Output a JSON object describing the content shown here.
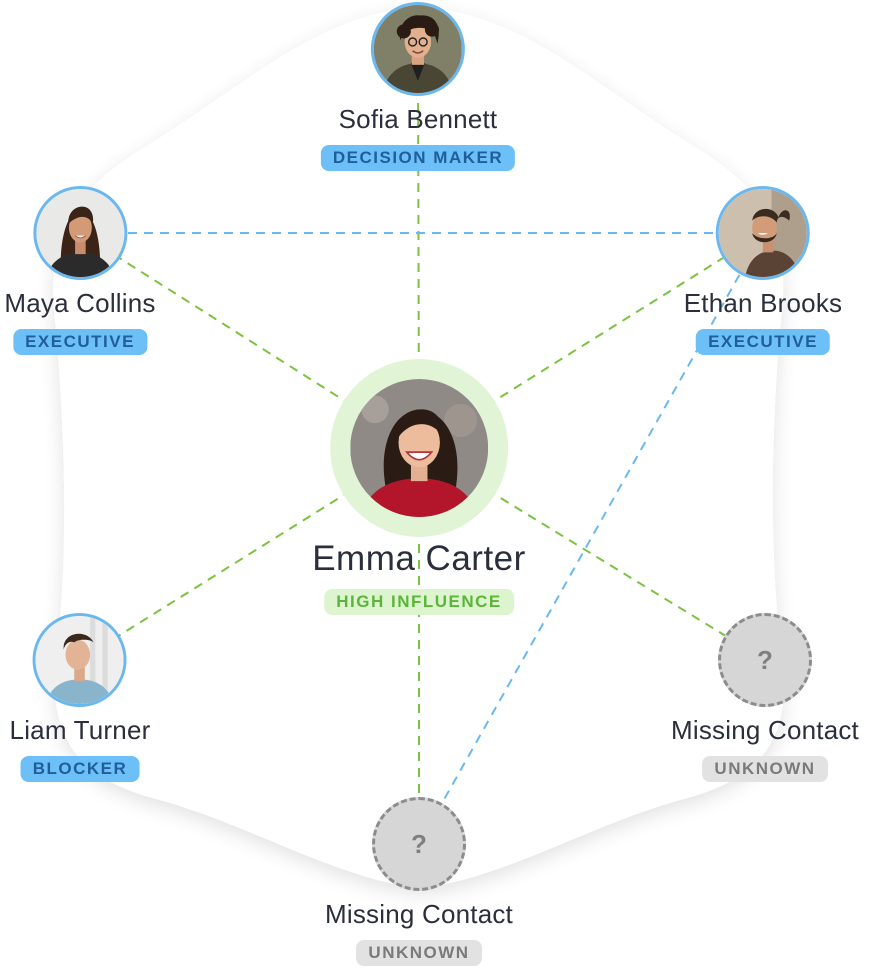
{
  "center": {
    "name": "Emma Carter",
    "badge": "HIGH INFLUENCE",
    "avatar_icon": "person-avatar-icon"
  },
  "contacts": [
    {
      "key": "sofia",
      "name": "Sofia Bennett",
      "badge": "DECISION MAKER",
      "avatar_icon": "person-avatar-icon"
    },
    {
      "key": "maya",
      "name": "Maya Collins",
      "badge": "EXECUTIVE",
      "avatar_icon": "person-avatar-icon"
    },
    {
      "key": "ethan",
      "name": "Ethan Brooks",
      "badge": "EXECUTIVE",
      "avatar_icon": "person-avatar-icon"
    },
    {
      "key": "liam",
      "name": "Liam Turner",
      "badge": "BLOCKER",
      "avatar_icon": "person-avatar-icon"
    },
    {
      "key": "missing_right",
      "name": "Missing Contact",
      "badge": "UNKNOWN",
      "avatar_icon": "question-mark-icon",
      "symbol": "?"
    },
    {
      "key": "missing_bottom",
      "name": "Missing Contact",
      "badge": "UNKNOWN",
      "avatar_icon": "question-mark-icon",
      "symbol": "?"
    }
  ],
  "connections": [
    {
      "from": "center",
      "to": "sofia",
      "color": "#7cc242"
    },
    {
      "from": "center",
      "to": "maya",
      "color": "#7cc242"
    },
    {
      "from": "center",
      "to": "ethan",
      "color": "#7cc242"
    },
    {
      "from": "center",
      "to": "liam",
      "color": "#7cc242"
    },
    {
      "from": "center",
      "to": "missing_right",
      "color": "#7cc242"
    },
    {
      "from": "center",
      "to": "missing_bottom",
      "color": "#7cc242"
    },
    {
      "from": "maya",
      "to": "ethan",
      "color": "#6ab8ef"
    },
    {
      "from": "ethan",
      "to": "missing_bottom",
      "color": "#6ab8ef"
    }
  ],
  "colors": {
    "influence_green": "#7cc242",
    "relationship_blue": "#6ab8ef",
    "role_badge_blue": "#6cc0f7",
    "influence_badge_green": "#dcf5cf",
    "unknown_badge_gray": "#e2e2e2",
    "avatar_border": "#6ab8ef",
    "text_dark": "#2b2e3c"
  }
}
